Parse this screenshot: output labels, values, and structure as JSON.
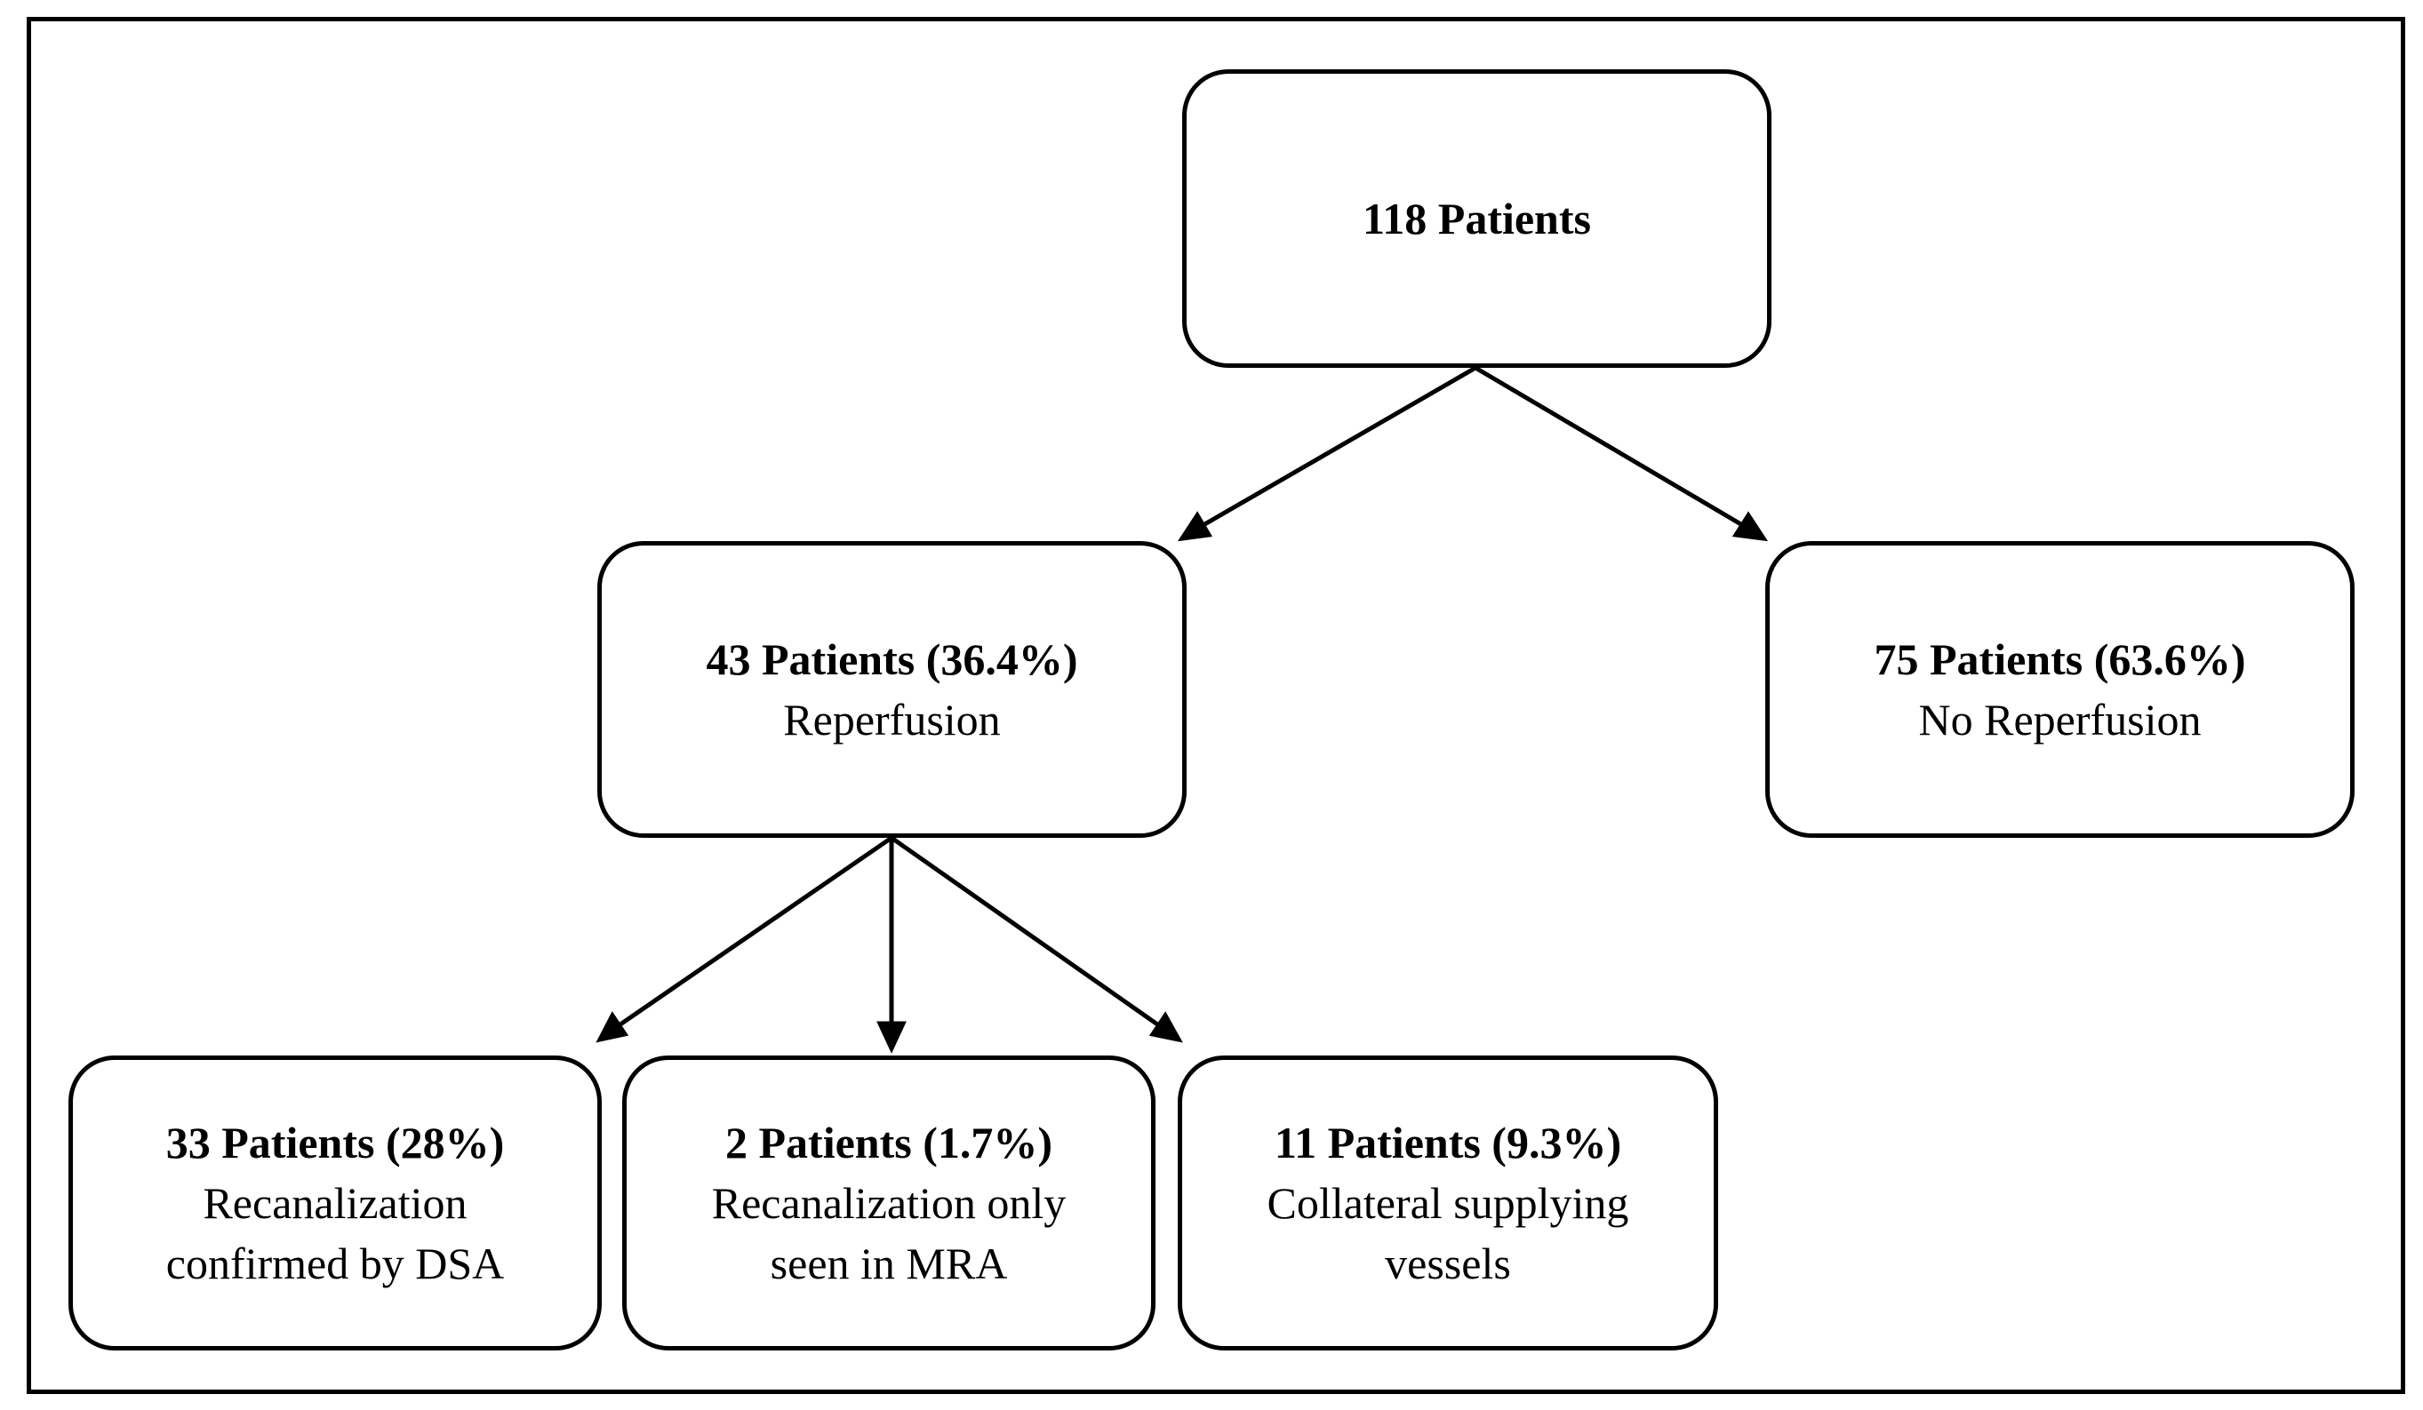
{
  "nodes": {
    "root": {
      "count": "118 Patients",
      "desc": ""
    },
    "reperf": {
      "count": "43 Patients (36.4%)",
      "desc": "Reperfusion"
    },
    "noreperf": {
      "count": "75 Patients (63.6%)",
      "desc": "No Reperfusion"
    },
    "dsa": {
      "count": "33 Patients (28%)",
      "desc": "Recanalization\nconfirmed by DSA"
    },
    "mra": {
      "count": "2 Patients (1.7%)",
      "desc": "Recanalization only\nseen in MRA"
    },
    "coll": {
      "count": "11 Patients (9.3%)",
      "desc": "Collateral supplying\nvessels"
    }
  },
  "edges": [
    {
      "from": "root",
      "to": "reperf"
    },
    {
      "from": "root",
      "to": "noreperf"
    },
    {
      "from": "reperf",
      "to": "dsa"
    },
    {
      "from": "reperf",
      "to": "mra"
    },
    {
      "from": "reperf",
      "to": "coll"
    }
  ]
}
